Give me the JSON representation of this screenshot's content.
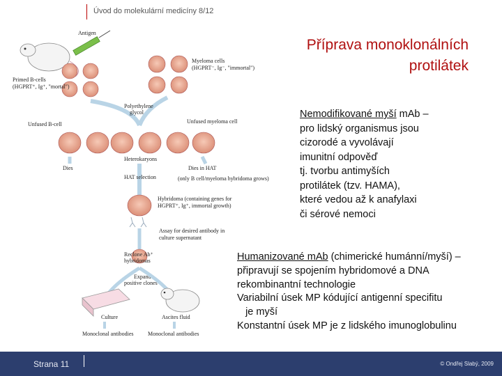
{
  "header": {
    "text": "Úvod do molekulární medicíny 8/12"
  },
  "title": {
    "line1": "Příprava monoklonálních",
    "line2": "protilátek"
  },
  "paragraph1": {
    "term": "Nemodifikované myší",
    "rest_first": " mAb –",
    "lines": [
      "pro lidský organismus jsou",
      "cizorodé a vyvolávají",
      "imunitní odpověď",
      "tj. tvorbu antimyších",
      "protilátek (tzv. HAMA),",
      "které vedou až k anafylaxi",
      "či sérové nemoci"
    ]
  },
  "paragraph2": {
    "term": "Humanizované mAb",
    "rest_first": " (chimerické humánní/myší) –",
    "lines": [
      "připravují se spojením hybridomové a DNA",
      "rekombinantní technologie",
      "Variabilní úsek MP kódující antigenní specifitu",
      "   je myší",
      "Konstantní úsek MP je z lidského imunoglobulinu"
    ]
  },
  "diagram": {
    "antigen": "Antigen",
    "myeloma": "Myeloma cells",
    "myeloma_sub": "(HGPRT⁻, Ig⁻, \"immortal\")",
    "primed": "Primed B-cells",
    "primed_sub": "(HGPRT⁺, Ig⁺, \"mortal\")",
    "peg": "Polyethylene",
    "peg2": "glycol",
    "unfused_b": "Unfused B-cell",
    "unfused_myeloma": "Unfused myeloma cell",
    "heterokaryons": "Heterokaryons",
    "dies": "Dies",
    "dies_hat": "Dies in HAT",
    "hat_note": "(only B cell/myeloma hybridoma grows)",
    "hat_selection": "HAT selection",
    "hybridoma": "Hybridoma (containing genes for",
    "hybridoma2": "HGPRT⁺, Ig⁺, immortal growth)",
    "assay": "Assay for desired antibody in",
    "assay2": "culture supernatant",
    "reclone": "Reclone Ab⁺",
    "reclone2": "hybridomas",
    "expand": "Expand",
    "expand2": "positive clones",
    "culture": "Culture",
    "ascites": "Ascites fluid",
    "mono1": "Monoclonal antibodies",
    "mono2": "Monoclonal antibodies"
  },
  "footer": {
    "page": "Strana 11",
    "copyright": "© Ondřej Slabý, 2009"
  },
  "colors": {
    "title": "#b01010",
    "footer_bg": "#2c3e6e",
    "cell_fill": "#e9a590",
    "cell_nucleus": "#8a3a2a"
  }
}
